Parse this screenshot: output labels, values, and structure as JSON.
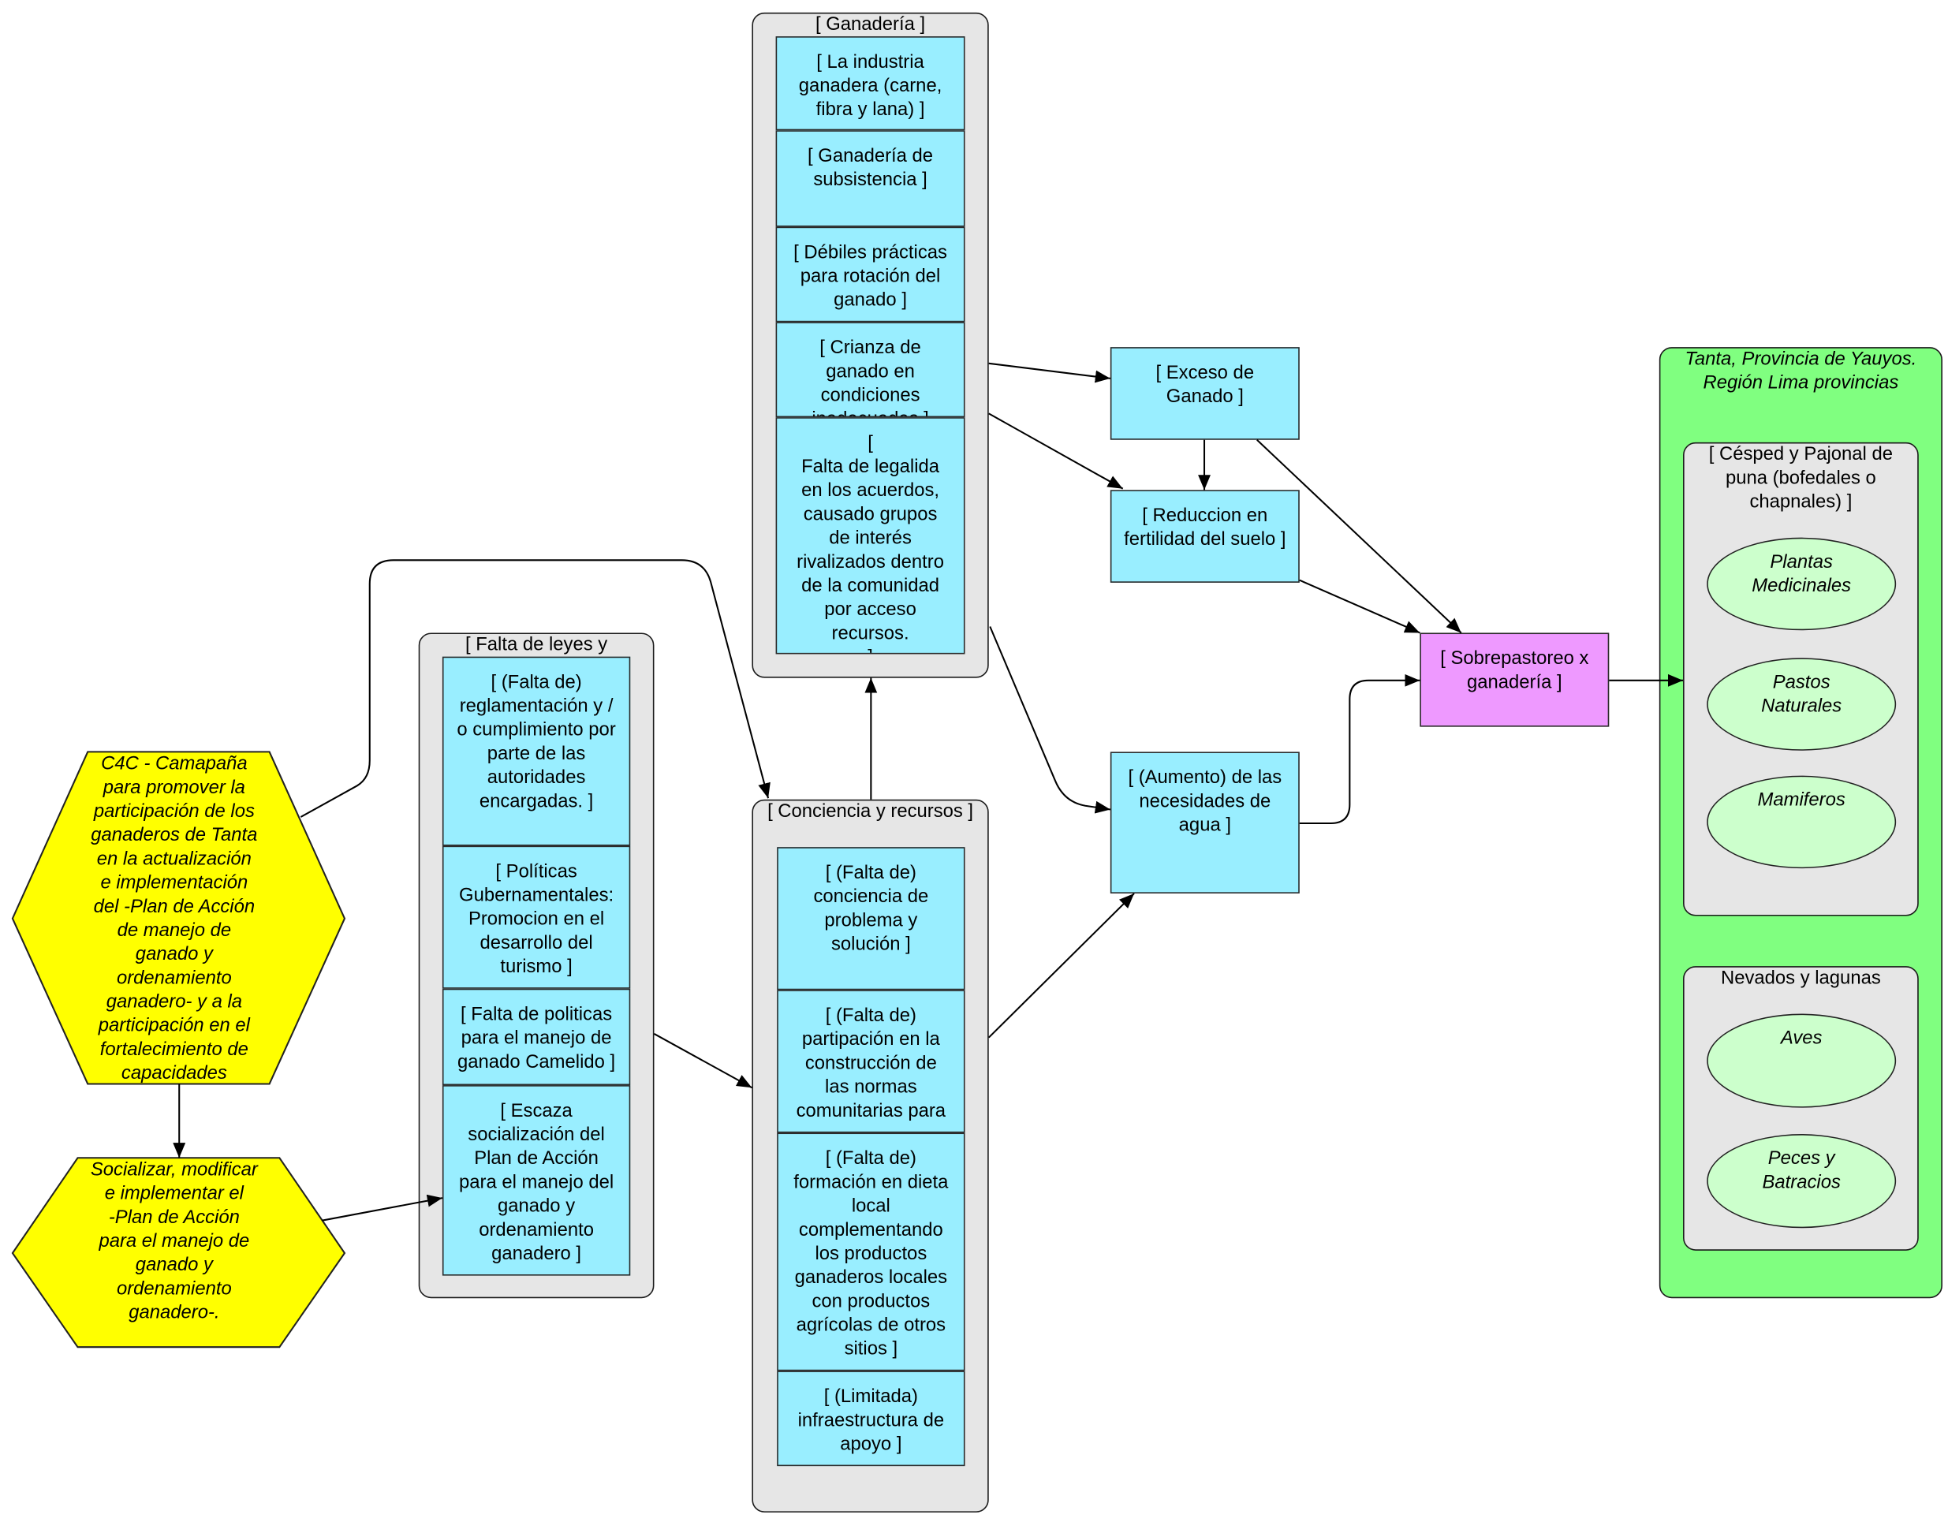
{
  "colors": {
    "problem_box": "#99EEFF",
    "core_problem": "#EE99FF",
    "action": "#FFFF00",
    "region": "#80FF80",
    "target": "#CCFFCC",
    "group": "#E6E6E6"
  },
  "groups": {
    "ganaderia": {
      "title": "[ Ganadería ]",
      "items": [
        "[ La industria\nganadera (carne,\nfibra y lana) ]",
        "[ Ganadería de\nsubsistencia ]",
        "[ Débiles prácticas\npara rotación del\nganado ]",
        "[ Crianza de\nganado en\ncondiciones\ninadecuadas ]",
        "[\nFalta de legalida\nen los acuerdos,\ncausado grupos\nde interés\nrivalizados dentro\nde la comunidad\npor acceso\nrecursos.\n]"
      ]
    },
    "falta_leyes": {
      "title": "[ Falta de leyes y",
      "items": [
        "[ (Falta de)\nreglamentación y /\no cumplimiento por\nparte de las\nautoridades\nencargadas. ]",
        "[ Políticas\nGubernamentales:\nPromocion en el\ndesarrollo del\nturismo ]",
        "[ Falta de politicas\npara el manejo de\nganado Camelido ]",
        "[ Escaza\nsocialización del\nPlan de Acción\npara el manejo del\nganado y\nordenamiento\nganadero ]"
      ]
    },
    "conciencia": {
      "title": "[ Conciencia y recursos ]",
      "items": [
        "[ (Falta de)\nconciencia de\nproblema y\nsolución ]",
        "[ (Falta de)\npartipación en la\nconstrucción de\nlas normas\ncomunitarias para",
        "[ (Falta de)\nformación en dieta\nlocal\ncomplementando\nlos productos\nganaderos locales\ncon productos\nagrícolas de otros\nsitios ]",
        "[ (Limitada)\ninfraestructura de\napoyo ]"
      ]
    }
  },
  "nodes": {
    "exceso": "[ Exceso de\nGanado ]",
    "reduccion": "[ Reduccion en\nfertilidad del suelo ]",
    "aumento": "[ (Aumento) de las\nnecesidades de\nagua ]",
    "sobrepastoreo": "[ Sobrepastoreo x\nganadería ]"
  },
  "actions": {
    "campaign": "C4C - Camapaña\npara promover la\nparticipación de los\nganaderos de Tanta\nen la actualización\ne implementación\ndel -Plan de Acción\nde manejo de\nganado y\nordenamiento\nganadero- y a la\nparticipación en el\nfortalecimiento de\ncapacidades",
    "socializar": "Socializar, modificar\ne implementar el\n-Plan de Acción\npara el manejo de\nganado y\nordenamiento\nganadero-."
  },
  "region": {
    "title": "Tanta, Provincia de Yauyos.\nRegión Lima provincias",
    "cesped": {
      "title": "[ Césped y Pajonal de\npuna (bofedales o\nchapnales) ]",
      "items": [
        "Plantas\nMedicinales",
        "Pastos\nNaturales",
        "Mamiferos"
      ]
    },
    "nevados": {
      "title": "Nevados y lagunas",
      "items": [
        "Aves",
        "Peces y\nBatracios"
      ]
    }
  }
}
